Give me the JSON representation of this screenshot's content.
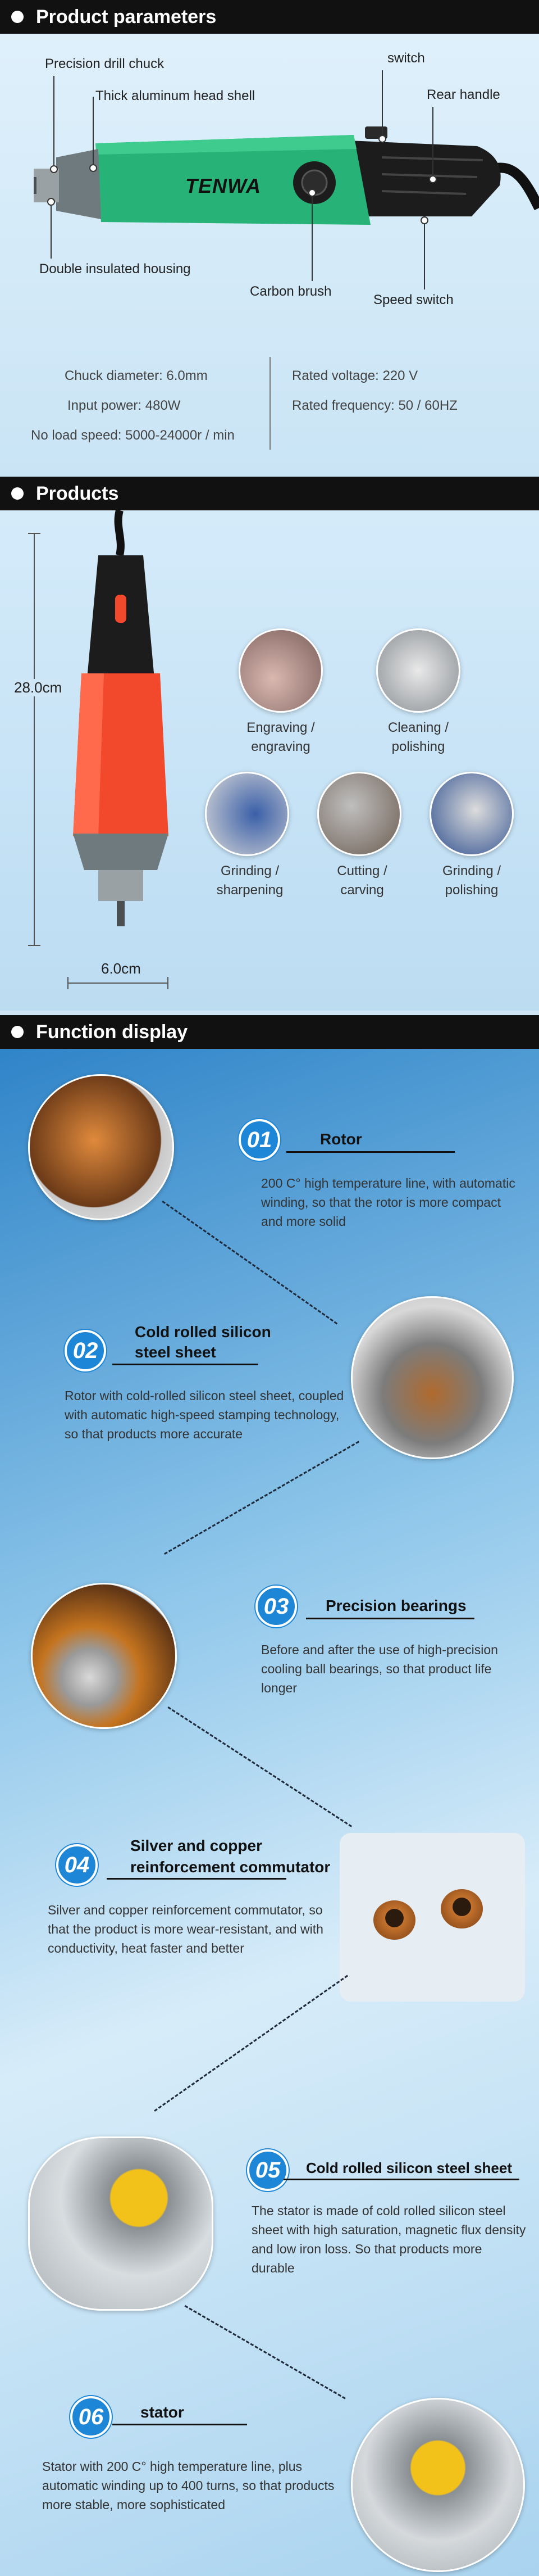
{
  "params": {
    "header": "Product parameters",
    "callouts": {
      "precision_drill_chuck": "Precision drill chuck",
      "thick_aluminum_head_shell": "Thick aluminum head shell",
      "switch": "switch",
      "rear_handle": "Rear handle",
      "double_insulated_housing": "Double insulated housing",
      "carbon_brush": "Carbon brush",
      "speed_switch": "Speed switch"
    },
    "brand": "TENWA",
    "specs": {
      "chuck_diameter": "Chuck diameter: 6.0mm",
      "input_power": "Input power: 480W",
      "no_load_speed": "No load speed: 5000-24000r / min",
      "rated_voltage": "Rated voltage: 220 V",
      "rated_frequency": "Rated frequency: 50 / 60HZ"
    }
  },
  "products": {
    "header": "Products",
    "height_label": "28.0cm",
    "width_label": "6.0cm",
    "uses": [
      {
        "line1": "Engraving /",
        "line2": "engraving"
      },
      {
        "line1": "Cleaning /",
        "line2": "polishing"
      },
      {
        "line1": "Grinding /",
        "line2": "sharpening"
      },
      {
        "line1": "Cutting /",
        "line2": "carving"
      },
      {
        "line1": "Grinding /",
        "line2": "polishing"
      }
    ]
  },
  "functions": {
    "header": "Function display",
    "items": [
      {
        "num": "01",
        "title_line1": "Rotor",
        "title_line2": "",
        "desc": "200 C° high temperature line, with automatic winding, so that the rotor is more compact and more solid"
      },
      {
        "num": "02",
        "title_line1": "Cold rolled silicon",
        "title_line2": "steel sheet",
        "desc": "Rotor with cold-rolled silicon steel sheet, coupled with automatic high-speed stamping technology, so that products more accurate"
      },
      {
        "num": "03",
        "title_line1": "Precision bearings",
        "title_line2": "",
        "desc": "Before and after the use of high-precision cooling ball bearings, so that product life longer"
      },
      {
        "num": "04",
        "title_line1": "Silver and copper",
        "title_line2": "reinforcement commutator",
        "desc": "Silver and copper reinforcement commutator, so that the product is more wear-resistant, and with conductivity, heat faster and better"
      },
      {
        "num": "05",
        "title_line1": "Cold rolled silicon steel sheet",
        "title_line2": "",
        "desc": "The stator is made of cold rolled silicon steel sheet with high saturation, magnetic flux density and low iron loss. So that products more durable"
      },
      {
        "num": "06",
        "title_line1": "stator",
        "title_line2": "",
        "desc": "Stator with 200 C° high temperature line, plus automatic winding up to 400 turns, so that products more stable, more sophisticated"
      }
    ]
  },
  "colors": {
    "header_bg": "#111111",
    "badge_blue": "#1e86d6",
    "tool_green": "#27b277",
    "tool_orange": "#f2492c",
    "panel_bg": "#cfe6f6"
  }
}
